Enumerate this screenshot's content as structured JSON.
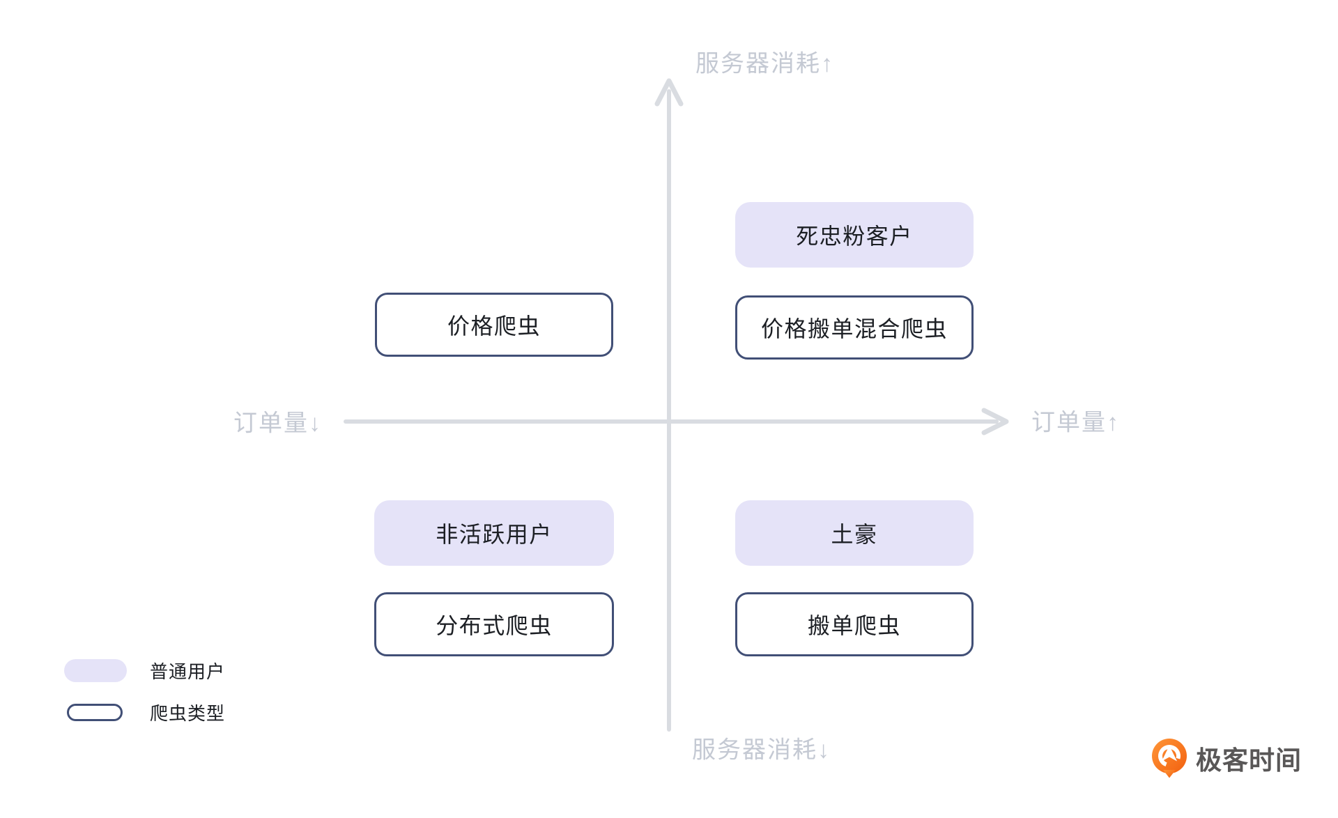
{
  "diagram": {
    "axes": {
      "top_label": "服务器消耗↑",
      "bottom_label": "服务器消耗↓",
      "left_label": "订单量↓",
      "right_label": "订单量↑"
    },
    "quadrants": {
      "top_left": {
        "boxes": [
          {
            "type": "outlined",
            "label": "价格爬虫"
          }
        ]
      },
      "top_right": {
        "boxes": [
          {
            "type": "filled",
            "label": "死忠粉客户"
          },
          {
            "type": "outlined",
            "label": "价格搬单混合爬虫"
          }
        ]
      },
      "bottom_left": {
        "boxes": [
          {
            "type": "filled",
            "label": "非活跃用户"
          },
          {
            "type": "outlined",
            "label": "分布式爬虫"
          }
        ]
      },
      "bottom_right": {
        "boxes": [
          {
            "type": "filled",
            "label": "土豪"
          },
          {
            "type": "outlined",
            "label": "搬单爬虫"
          }
        ]
      }
    }
  },
  "legend": {
    "items": [
      {
        "swatch": "filled-pill-swatch",
        "label": "普通用户"
      },
      {
        "swatch": "outlined-pill-swatch",
        "label": "爬虫类型"
      }
    ]
  },
  "logo": {
    "icon": "geektime-pin-icon",
    "text": "极客时间"
  },
  "colors": {
    "background": "#FFFFFF",
    "filled_box": "#E5E3F8",
    "outline_border": "#414F76",
    "box_text": "#1C1F24",
    "axis_line": "#D9DCE1",
    "axis_label": "#C4C9D3",
    "logo_text": "#595757",
    "logo_orange": "#F4701D"
  }
}
